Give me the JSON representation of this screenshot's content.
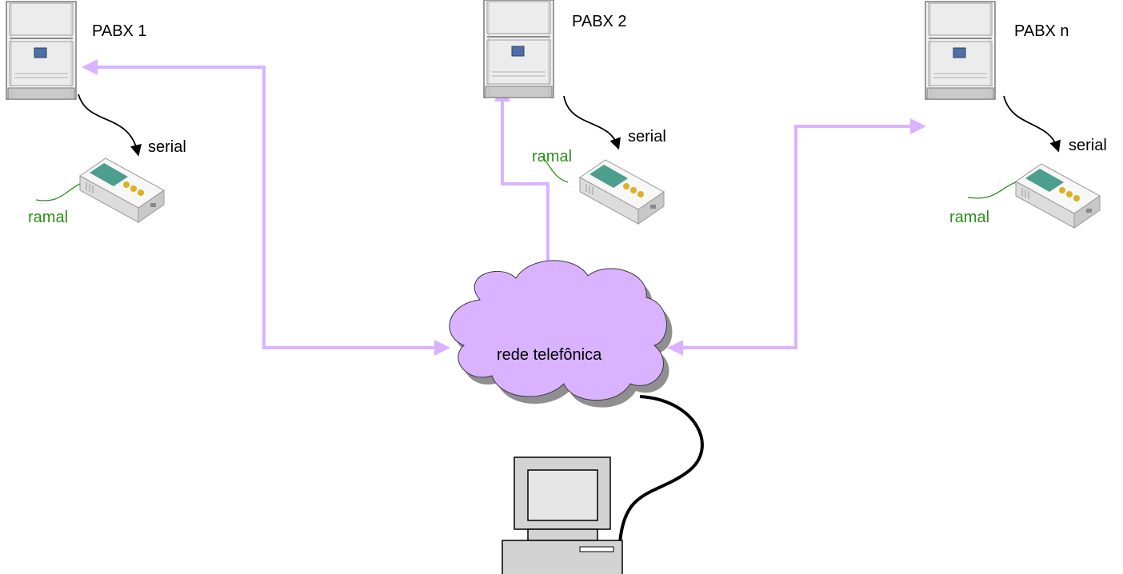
{
  "diagram": {
    "pabx": [
      {
        "label": "PABX  1",
        "serial_label": "serial",
        "ramal_label": "ramal"
      },
      {
        "label": "PABX  2",
        "serial_label": "serial",
        "ramal_label": "ramal"
      },
      {
        "label": "PABX  n",
        "serial_label": "serial",
        "ramal_label": "ramal"
      }
    ],
    "network": {
      "label": "rede telefônica"
    },
    "colors": {
      "link": "#d9b3ff",
      "cloud_fill": "#d9b3ff",
      "cloud_shadow": "#8f8f8f",
      "ramal_text": "#2a8f1a",
      "serial_arrow": "#000000"
    },
    "icons": [
      "pabx-server-icon",
      "modem-device-icon",
      "computer-terminal-icon",
      "cloud-network-icon"
    ]
  }
}
